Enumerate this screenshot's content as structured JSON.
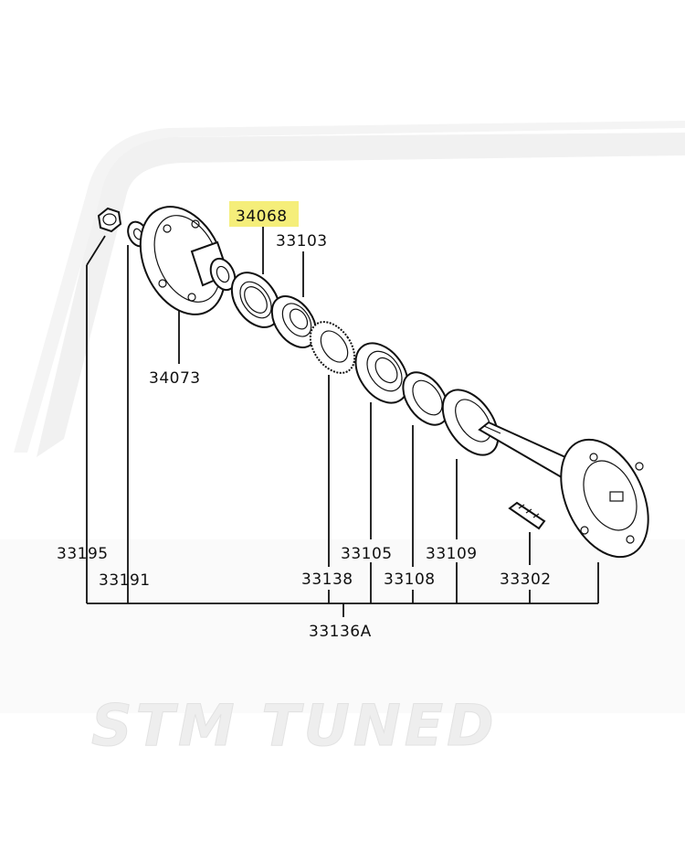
{
  "diagram": {
    "highlight_color": "#f5ee7a",
    "labels": {
      "p34068": "34068",
      "p33103": "33103",
      "p34073": "34073",
      "p33195": "33195",
      "p33191": "33191",
      "p33105": "33105",
      "p33109": "33109",
      "p33138": "33138",
      "p33108": "33108",
      "p33302": "33302",
      "p33136A": "33136A"
    },
    "highlighted_part": "34068"
  },
  "watermark": {
    "text": "STM TUNED",
    "color": "#eeeeee"
  }
}
